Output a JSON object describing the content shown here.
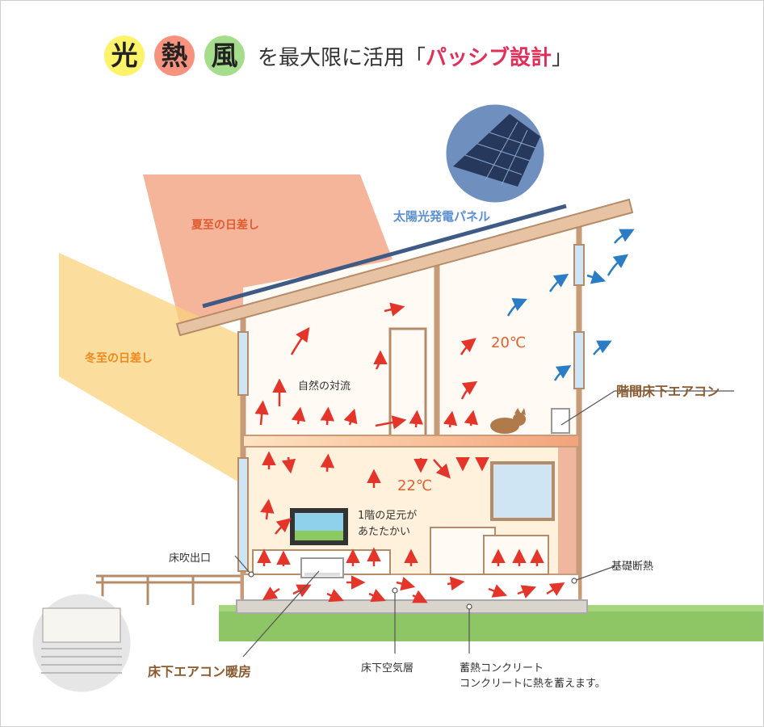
{
  "title": {
    "chars": [
      {
        "char": "光",
        "color": "#fff36a"
      },
      {
        "char": "熱",
        "color": "#f6927e"
      },
      {
        "char": "風",
        "color": "#a6dd8c"
      }
    ],
    "text_main": "を最大限に活用「",
    "text_highlight": "パッシブ設計",
    "text_end": "」"
  },
  "labels": {
    "summer_sun": "夏至の日差し",
    "winter_sun": "冬至の日差し",
    "solar_panel": "太陽光発電パネル",
    "natural_convection": "自然の対流",
    "temp_upper": "20℃",
    "temp_lower": "22℃",
    "warm_feet_line1": "1階の足元が",
    "warm_feet_line2": "あたたかい",
    "interfloor_ac": "階間床下エアコン",
    "floor_outlet": "床吹出口",
    "foundation_insulation": "基礎断熱",
    "underfloor_ac_heating": "床下エアコン暖房",
    "underfloor_air_layer": "床下空気層",
    "thermal_concrete_line1": "蓄熱コンクリート",
    "thermal_concrete_line2": "コンクリートに熱を蓄えます。"
  },
  "colors": {
    "summer_beam": "#f2a688",
    "winter_beam": "#f9cf78",
    "warm_arrow": "#e4352b",
    "cool_arrow": "#2a7cc4",
    "wall": "#c79a78",
    "ground": "#8fc665",
    "underfloor_ac_label": "#8a5a30",
    "solar_label": "#5b8fcf",
    "summer_label": "#e25a30",
    "winter_label": "#f08a20"
  }
}
